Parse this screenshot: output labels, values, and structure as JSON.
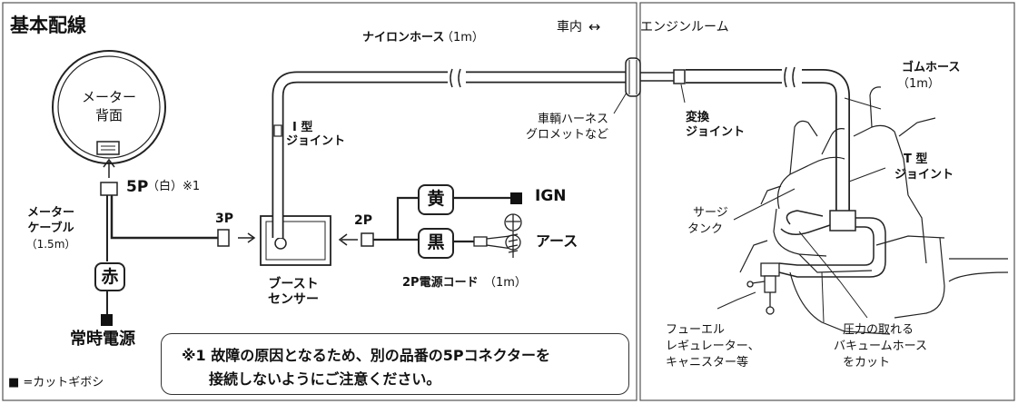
{
  "title": "基本配線",
  "labels": {
    "meter_back": [
      "メーター",
      "背面"
    ],
    "nylon_hose": "ナイロンホース",
    "nylon_hose_len": "（1m）",
    "in_car": "車内",
    "arrow_sym": "↔",
    "engine_room": "エンジンルーム",
    "i_joint": [
      "I 型",
      "ジョイント"
    ],
    "harness": [
      "車輌ハーネス",
      "グロメットなど"
    ],
    "conv_joint": [
      "変換",
      "ジョイント"
    ],
    "rubber_hose": "ゴムホース",
    "rubber_hose_len": "（1m）",
    "t_joint": [
      "T 型",
      "ジョイント"
    ],
    "conn_5p": "5P",
    "conn_5p_note": "（白）※1",
    "meter_cable": [
      "メーター",
      "ケーブル"
    ],
    "meter_cable_len": "（1.5m）",
    "conn_3p": "3P",
    "conn_2p": "2P",
    "yellow": "黄",
    "ign": "IGN",
    "black": "黒",
    "ground": "アース",
    "red": "赤",
    "boost_sensor": [
      "ブースト",
      "センサー"
    ],
    "power_cord": "2P電源コード",
    "power_cord_len": "（1m）",
    "constant_power": "常時電源",
    "legend": "■ =カットギボシ",
    "surge_tank": [
      "サージ",
      "タンク"
    ],
    "fuel_regulator": [
      "フューエル",
      "レギュレーター、",
      "キャニスター等"
    ],
    "vacuum_hose": [
      "圧力の取れる",
      "バキュームホース",
      "をカット"
    ]
  },
  "note": {
    "line1": "※1 故障の原因となるため、別の品番の5Pコネクターを",
    "line2": "接続しないようにご注意ください。"
  },
  "colors": {
    "line": "#222222",
    "frame": "#555555"
  }
}
